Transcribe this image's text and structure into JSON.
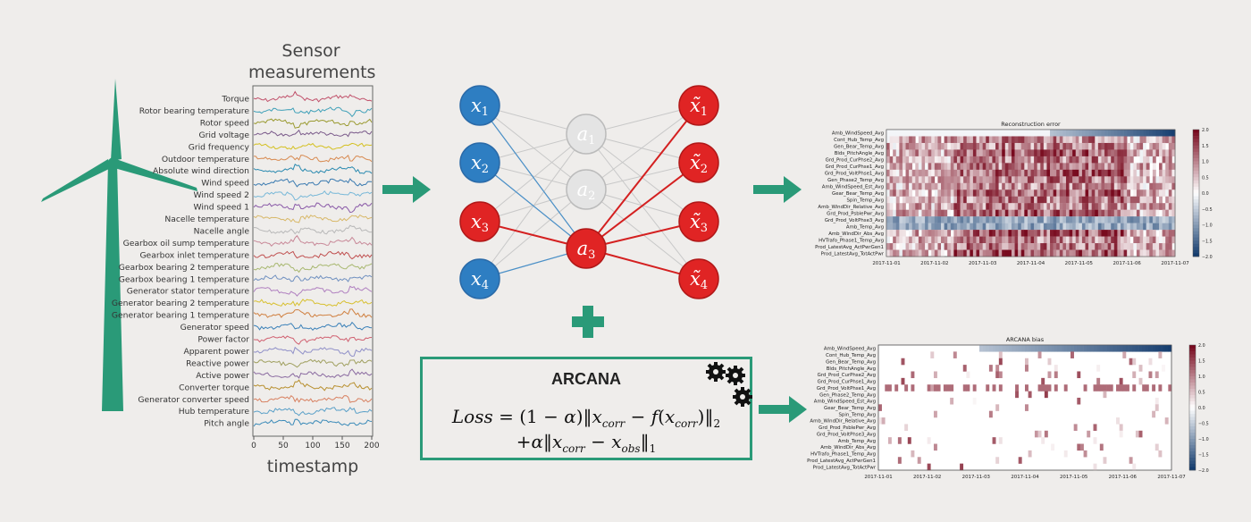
{
  "sensor_panel": {
    "title_line1": "Sensor",
    "title_line2": "measurements",
    "xlabel": "timestamp",
    "ticks": [
      "0",
      "50",
      "100",
      "150",
      "200"
    ],
    "signals": [
      "Torque",
      "Rotor bearing temperature",
      "Rotor speed",
      "Grid voltage",
      "Grid frequency",
      "Outdoor temperature",
      "Absolute wind direction",
      "Wind speed",
      "Wind speed 2",
      "Wind speed 1",
      "Nacelle temperature",
      "Nacelle angle",
      "Gearbox oil sump temperature",
      "Gearbox inlet temperature",
      "Gearbox bearing 2 temperature",
      "Gearbox bearing 1 temperature",
      "Generator stator temperature",
      "Generator bearing 2 temperature",
      "Generator bearing 1 temperature",
      "Generator speed",
      "Power factor",
      "Apparent power",
      "Reactive power",
      "Active power",
      "Converter torque",
      "Generator converter speed",
      "Hub temperature",
      "Pitch angle"
    ],
    "colors": [
      "#c0506a",
      "#3fa0b8",
      "#9a9a30",
      "#7a5a8a",
      "#d4c020",
      "#d88a50",
      "#2a8ab0",
      "#3a7ab0",
      "#78b8d8",
      "#8a5aa8",
      "#d8b868",
      "#b8b8b8",
      "#c88898",
      "#c05050",
      "#a8b870",
      "#7090c0",
      "#b080c0",
      "#d8c030",
      "#d08040",
      "#3a80b8",
      "#d06070",
      "#9090c8",
      "#a0a060",
      "#8a6aa0",
      "#b89030",
      "#d88060",
      "#5aa0c8",
      "#3a8ab8"
    ]
  },
  "network": {
    "inputs": [
      "x1",
      "x2",
      "x3",
      "x4"
    ],
    "hidden": [
      "a1",
      "a2",
      "a3"
    ],
    "outputs": [
      "x̃1",
      "x̃2",
      "x̃3",
      "x̃4"
    ],
    "colors": {
      "blue": "#2e7ec2",
      "red": "#e02424",
      "grey": "#e4e4e4",
      "arrow": "#2a9a78"
    }
  },
  "arcana_box": {
    "title": "ARCANA",
    "formula_line1": "Loss = (1 − α)‖x_corr − f(x_corr)‖_2",
    "formula_line2": "+α‖x_corr − x_obs‖_1"
  },
  "heatmap_top": {
    "title": "Reconstruction error",
    "rows": [
      "Amb_WindSpeed_Avg",
      "Cont_Hub_Temp_Avg",
      "Gen_Bear_Temp_Avg",
      "Blds_PitchAngle_Avg",
      "Grd_Prod_CurPhse2_Avg",
      "Grd_Prod_CurPhse1_Avg",
      "Grd_Prod_VoltPhse1_Avg",
      "Gen_Phase2_Temp_Avg",
      "Amb_WindSpeed_Est_Avg",
      "Gear_Bear_Temp_Avg",
      "Spin_Temp_Avg",
      "Amb_WindDir_Relative_Avg",
      "Grd_Prod_PsblePwr_Avg",
      "Grd_Prod_VoltPhse3_Avg",
      "Amb_Temp_Avg",
      "Amb_WindDir_Abs_Avg",
      "HVTrafo_Phase1_Temp_Avg",
      "Prod_LatestAvg_ActPwrGen1",
      "Prod_LatestAvg_TotActPwr"
    ],
    "xticks": [
      "2017-11-01",
      "2017-11-02",
      "2017-11-03",
      "2017-11-04",
      "2017-11-05",
      "2017-11-06",
      "2017-11-07"
    ],
    "colorbar_ticks": [
      "2.0",
      "1.5",
      "1.0",
      "0.5",
      "0.0",
      "−0.5",
      "−1.0",
      "−1.5",
      "−2.0"
    ]
  },
  "heatmap_bottom": {
    "title": "ARCANA bias",
    "rows": [
      "Amb_WindSpeed_Avg",
      "Cont_Hub_Temp_Avg",
      "Gen_Bear_Temp_Avg",
      "Blds_PitchAngle_Avg",
      "Grd_Prod_CurPhse2_Avg",
      "Grd_Prod_CurPhse1_Avg",
      "Grd_Prod_VoltPhse1_Avg",
      "Gen_Phase2_Temp_Avg",
      "Amb_WindSpeed_Est_Avg",
      "Gear_Bear_Temp_Avg",
      "Spin_Temp_Avg",
      "Amb_WindDir_Relative_Avg",
      "Grd_Prod_PsblePwr_Avg",
      "Grd_Prod_VoltPhse3_Avg",
      "Amb_Temp_Avg",
      "Amb_WindDir_Abs_Avg",
      "HVTrafo_Phase1_Temp_Avg",
      "Prod_LatestAvg_ActPwrGen1",
      "Prod_LatestAvg_TotActPwr"
    ],
    "xticks": [
      "2017-11-01",
      "2017-11-02",
      "2017-11-03",
      "2017-11-04",
      "2017-11-05",
      "2017-11-06",
      "2017-11-07"
    ],
    "colorbar_ticks": [
      "2.0",
      "1.5",
      "1.0",
      "0.5",
      "0.0",
      "−0.5",
      "−1.0",
      "−1.5",
      "−2.0"
    ]
  }
}
